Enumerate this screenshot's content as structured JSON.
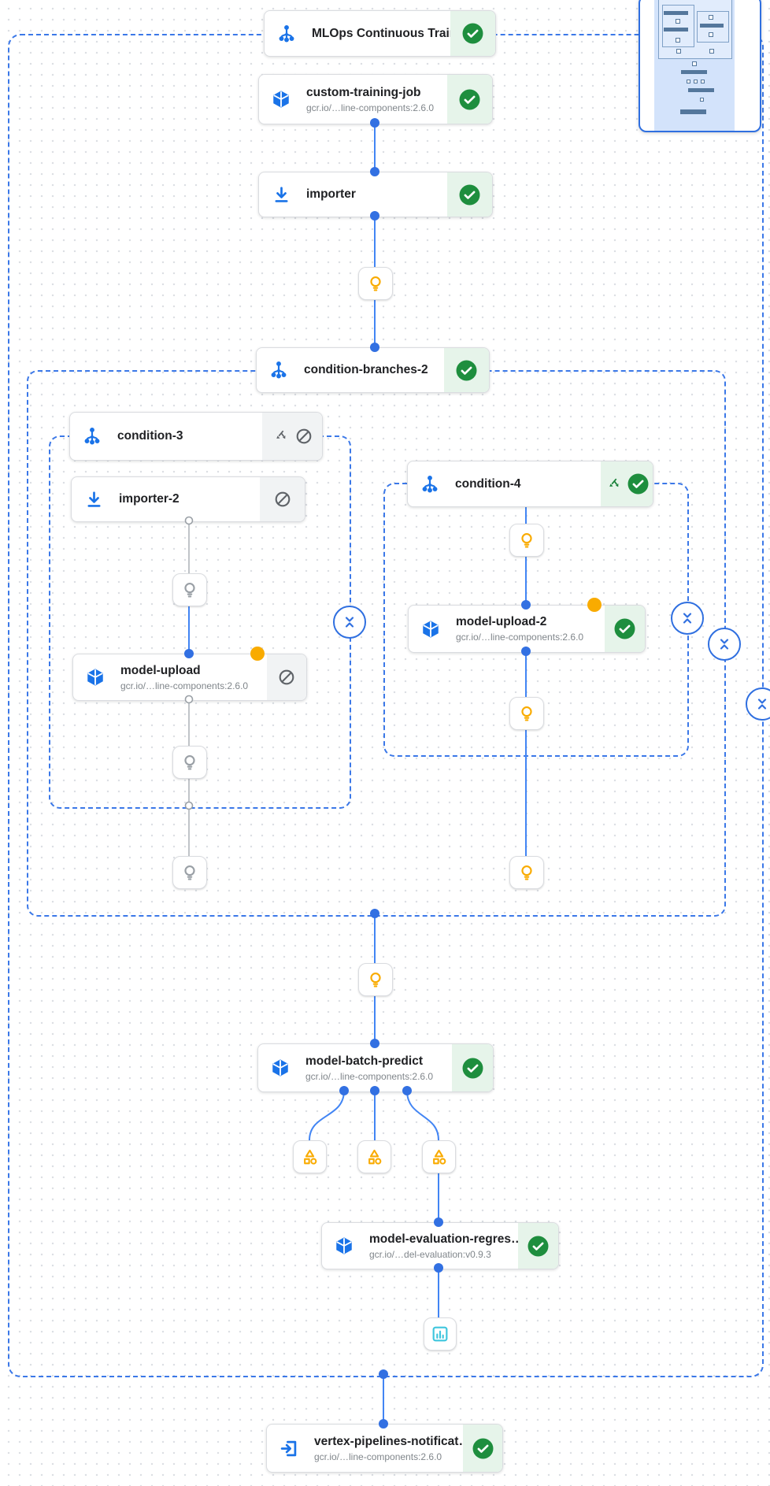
{
  "pipeline": {
    "nodes": [
      {
        "id": "mlops-continuous-training",
        "title": "MLOps Continuous Traini…",
        "status": "succeeded",
        "icon": "subgraph-icon"
      },
      {
        "id": "custom-training-job",
        "title": "custom-training-job",
        "subtitle": "gcr.io/…line-components:2.6.0",
        "status": "succeeded",
        "icon": "cube-icon"
      },
      {
        "id": "importer",
        "title": "importer",
        "status": "succeeded",
        "icon": "import-icon"
      },
      {
        "id": "condition-branches-2",
        "title": "condition-branches-2",
        "status": "succeeded",
        "icon": "subgraph-icon"
      },
      {
        "id": "condition-3",
        "title": "condition-3",
        "status": "skipped",
        "icon": "subgraph-icon"
      },
      {
        "id": "importer-2",
        "title": "importer-2",
        "status": "skipped",
        "icon": "import-icon"
      },
      {
        "id": "model-upload",
        "title": "model-upload",
        "subtitle": "gcr.io/…line-components:2.6.0",
        "status": "skipped",
        "icon": "cube-icon"
      },
      {
        "id": "condition-4",
        "title": "condition-4",
        "status": "succeeded",
        "icon": "subgraph-icon"
      },
      {
        "id": "model-upload-2",
        "title": "model-upload-2",
        "subtitle": "gcr.io/…line-components:2.6.0",
        "status": "succeeded",
        "icon": "cube-icon"
      },
      {
        "id": "model-batch-predict",
        "title": "model-batch-predict",
        "subtitle": "gcr.io/…line-components:2.6.0",
        "status": "succeeded",
        "icon": "cube-icon"
      },
      {
        "id": "model-evaluation-regression",
        "title": "model-evaluation-regres…",
        "subtitle": "gcr.io/…del-evaluation:v0.9.3",
        "status": "succeeded",
        "icon": "cube-icon"
      },
      {
        "id": "vertex-pipelines-notification",
        "title": "vertex-pipelines-notificat…",
        "subtitle": "gcr.io/…line-components:2.6.0",
        "status": "succeeded",
        "icon": "exit-icon"
      }
    ],
    "artifacts": [
      {
        "type": "lightbulb",
        "state": "executed"
      },
      {
        "type": "lightbulb",
        "state": "skipped"
      },
      {
        "type": "lightbulb",
        "state": "skipped"
      },
      {
        "type": "lightbulb",
        "state": "skipped"
      },
      {
        "type": "lightbulb",
        "state": "executed"
      },
      {
        "type": "lightbulb",
        "state": "executed"
      },
      {
        "type": "lightbulb",
        "state": "executed"
      },
      {
        "type": "lightbulb",
        "state": "executed"
      },
      {
        "type": "metrics",
        "state": "executed"
      },
      {
        "type": "metrics",
        "state": "executed"
      },
      {
        "type": "metrics",
        "state": "executed"
      },
      {
        "type": "chart",
        "state": "executed"
      }
    ],
    "icons": {
      "subgraph": "subgraph-icon",
      "cube": "cube-icon",
      "import": "import-icon",
      "exit": "exit-icon",
      "lightbulb": "lightbulb-icon",
      "metrics": "metrics-icon",
      "chart": "chart-icon",
      "check": "success-check-icon",
      "block": "skipped-block-icon",
      "merge": "branch-merge-icon",
      "collapse": "collapse-icon"
    },
    "colors": {
      "blue": "#1a73e8",
      "line_blue": "#4285f4",
      "dot_blue": "#3270e2",
      "green": "#1e8e3e",
      "green_bg": "#e6f4ea",
      "gray_bg": "#f1f3f4",
      "amber": "#f9ab00",
      "gray_line": "#9aa0a6",
      "cyan": "#3fc6dd",
      "node_border": "#dadce0",
      "title_text": "#202124",
      "subtitle_text": "#80868b"
    }
  }
}
